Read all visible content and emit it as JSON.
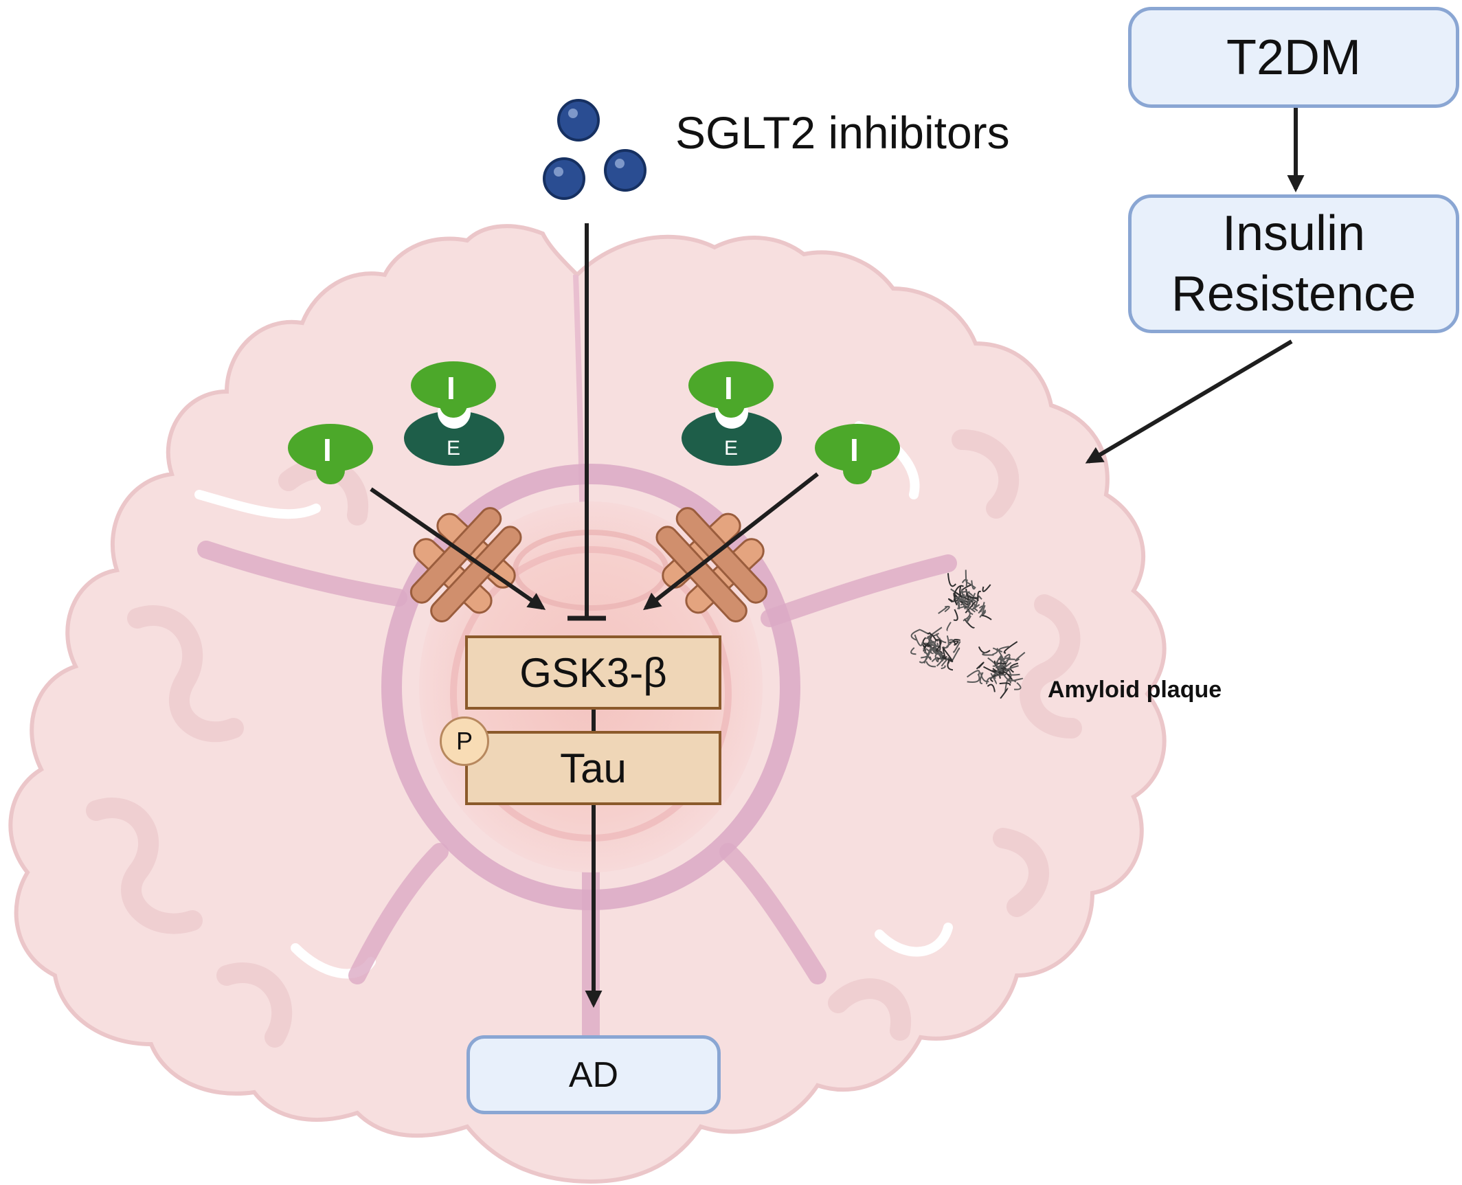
{
  "title": "",
  "drug_label": "SGLT2 inhibitors",
  "flow_right": {
    "top": "T2DM",
    "middle_line1": "Insulin",
    "middle_line2": "Resistence"
  },
  "pathway": {
    "gsk": "GSK3-β",
    "tau": "Tau",
    "phospho": "P",
    "outcome": "AD"
  },
  "molecule_labels": {
    "inhibitor": "I",
    "enzyme": "E"
  },
  "plaque_label": "Amyloid plaque",
  "colors": {
    "brain_fill": "#f7dede",
    "brain_stroke": "#ecc3c6",
    "vessel": "#d9a7c0",
    "inhibitor_green": "#4ca82a",
    "enzyme_green": "#1e5e49",
    "drug_blue": "#2a4d92",
    "channel": "#e4a47f",
    "box_blue_fill": "#e8f0fb",
    "box_blue_border": "#8aa6d3",
    "box_tan_fill": "#efd6b7",
    "box_tan_border": "#8b5a2b"
  },
  "icons": [
    "brain-coronal-section",
    "drug-molecule-icon",
    "inhibitor-icon",
    "enzyme-icon",
    "ion-channel-icon",
    "amyloid-plaque-icon",
    "phosphate-icon"
  ]
}
